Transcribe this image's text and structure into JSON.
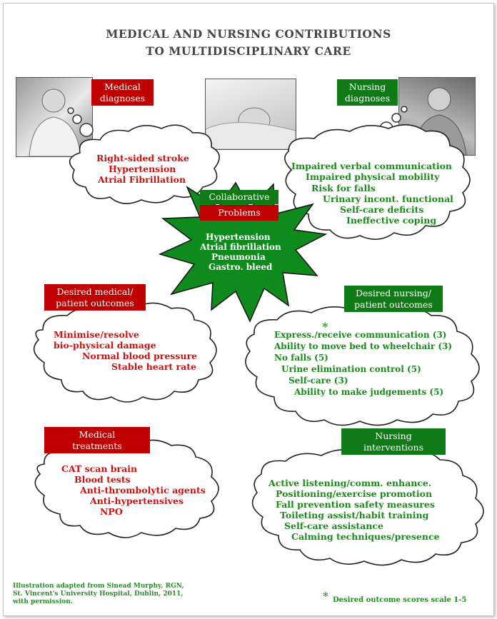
{
  "title": {
    "line1": "MEDICAL AND NURSING CONTRIBUTIONS",
    "line2": "TO MULTIDISCIPLINARY CARE"
  },
  "medical_diagnoses": {
    "banner": [
      "Medical",
      "diagnoses"
    ],
    "items": [
      "Right-sided stroke",
      "Hypertension",
      "Atrial Fibrillation"
    ]
  },
  "nursing_diagnoses": {
    "banner": [
      "Nursing",
      "diagnoses"
    ],
    "items": [
      "Impaired verbal communication",
      "Impaired physical mobility",
      "Risk for falls",
      "Urinary incont. functional",
      "Self-care deficits",
      "Ineffective coping"
    ]
  },
  "collaborative": {
    "label": "Collaborative",
    "banner": "Problems",
    "items": [
      "Hypertension",
      "Atrial fibrillation",
      "Pneumonia",
      "Gastro. bleed"
    ]
  },
  "medical_outcomes": {
    "banner": [
      "Desired medical/",
      "patient outcomes"
    ],
    "items": [
      "Minimise/resolve",
      "bio-physical damage",
      "Normal blood pressure",
      "Stable heart rate"
    ]
  },
  "nursing_outcomes": {
    "banner": [
      "Desired nursing/",
      "patient outcomes"
    ],
    "items": [
      "Express./receive communication (3)",
      "Ability to move bed to wheelchair (3)",
      "No falls (5)",
      "Urine elimination control (5)",
      "Self-care (3)",
      "Ability to make judgements (5)"
    ]
  },
  "medical_treatments": {
    "banner": [
      "Medical",
      "treatments"
    ],
    "items": [
      "CAT scan brain",
      "Blood tests",
      "Anti-thrombolytic agents",
      "Anti-hypertensives",
      "NPO"
    ]
  },
  "nursing_interventions": {
    "banner": [
      "Nursing",
      "interventions"
    ],
    "items": [
      "Active listening/comm. enhance.",
      "Positioning/exercise promotion",
      "Fall prevention safety measures",
      "Toileting assist/habit training",
      "Self-care assistance",
      "Calming techniques/presence"
    ]
  },
  "footer": {
    "credit": [
      "Illustration adapted from Sinead Murphy, RGN,",
      "St. Vincent's University Hospital, Dublin, 2011,",
      "with permission."
    ],
    "star": "*",
    "note": "Desired outcome scores scale 1-5"
  },
  "colors": {
    "medical": "#c00000",
    "nursing": "#0f7a16",
    "star_fill": "#0f8a1c"
  },
  "icons": [
    "doctor-photo",
    "patient-photo",
    "nurse-photo",
    "thought-bubble-icon",
    "starburst-icon"
  ]
}
